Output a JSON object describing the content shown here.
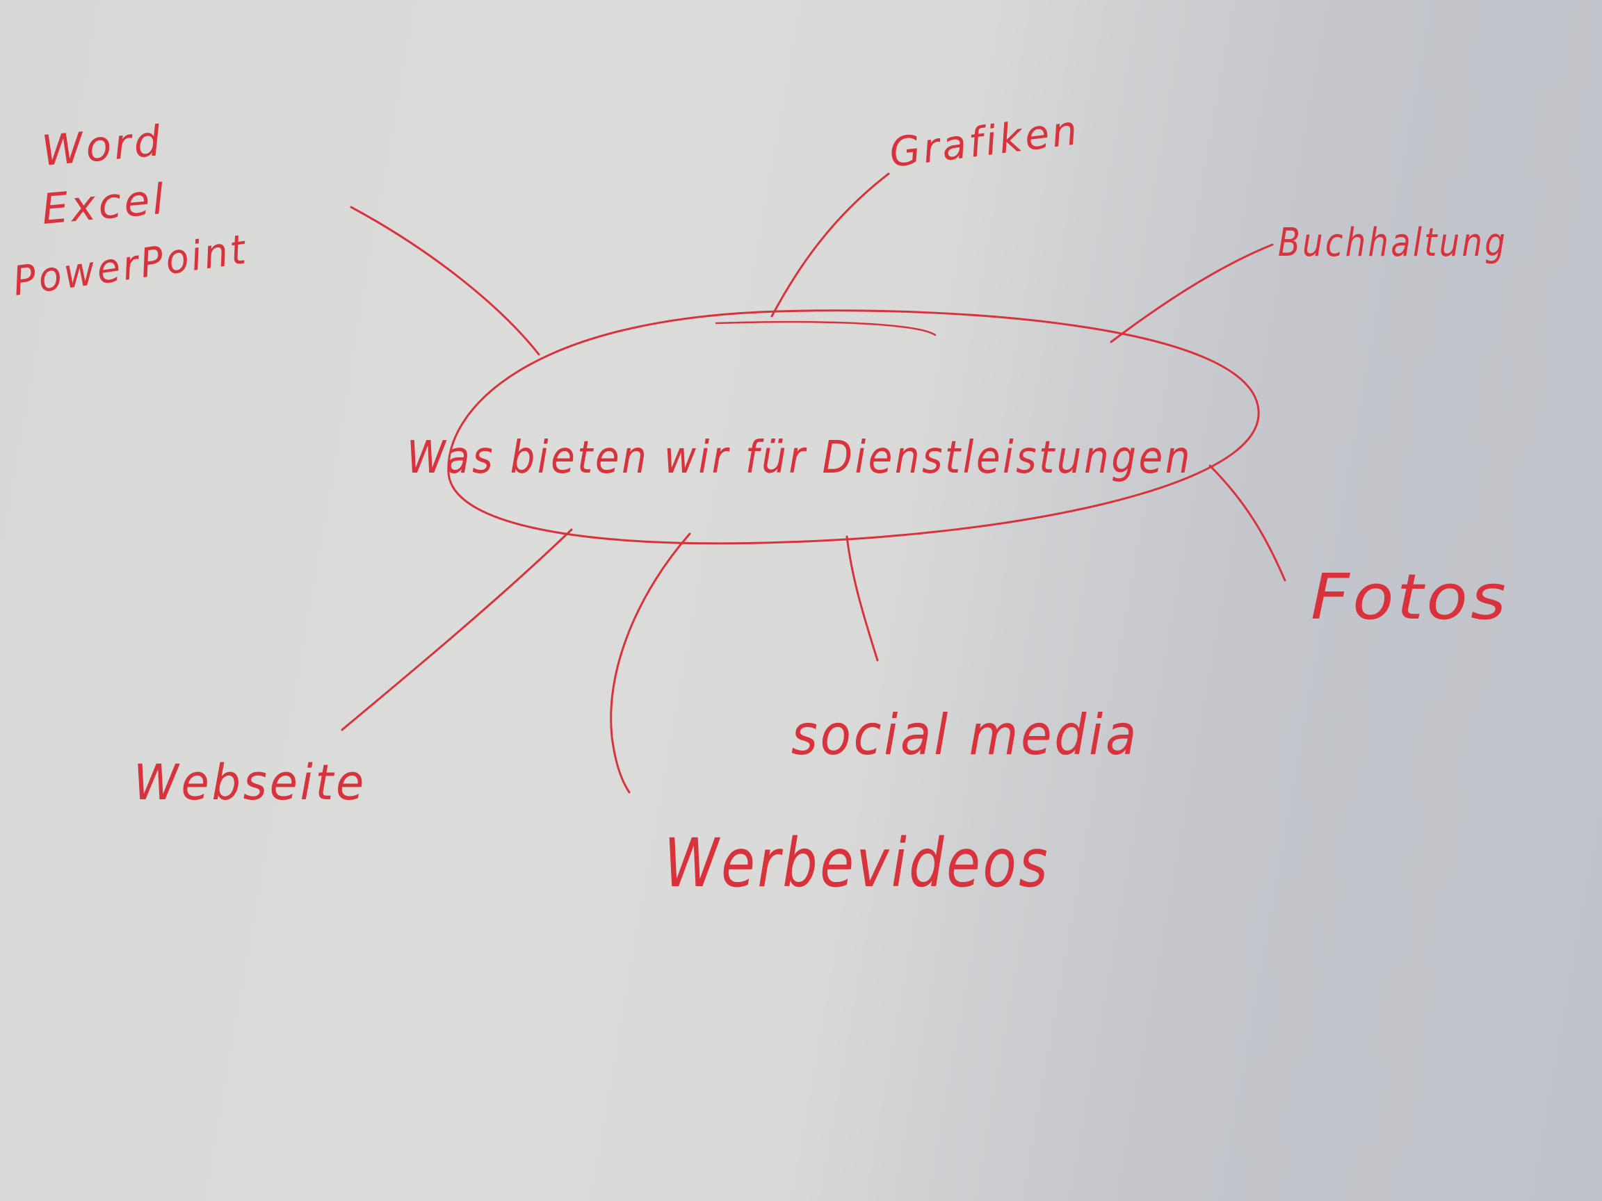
{
  "mindmap": {
    "center": "Was bieten wir für Dienstleistungen",
    "branches": {
      "office": [
        "Word",
        "Excel",
        "PowerPoint"
      ],
      "grafiken": "Grafiken",
      "buchhaltung": "Buchhaltung",
      "fotos": "Fotos",
      "social_media": "social media",
      "werbevideos": "Werbevideos",
      "webseite": "Webseite"
    }
  },
  "colors": {
    "ink": "#d8323c",
    "paper_light": "#dcdcda",
    "paper_shadow": "#c0c3ca"
  }
}
